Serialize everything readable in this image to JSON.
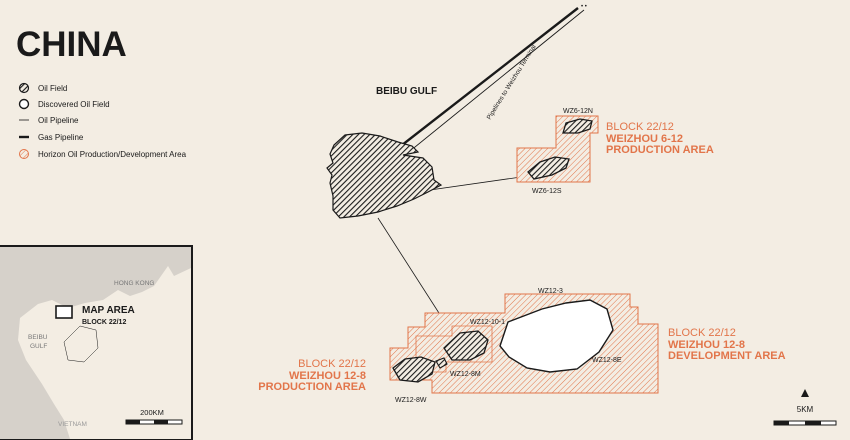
{
  "title": "CHINA",
  "legend": [
    {
      "icon": "oil-field-icon",
      "label": "Oil Field"
    },
    {
      "icon": "discovered-oil-field-icon",
      "label": "Discovered Oil Field"
    },
    {
      "icon": "oil-pipeline-icon",
      "label": "Oil Pipeline"
    },
    {
      "icon": "gas-pipeline-icon",
      "label": "Gas Pipeline"
    },
    {
      "icon": "horizon-area-icon",
      "label": "Horizon Oil Production/Development Area"
    }
  ],
  "labels": {
    "gulf": "BEIBU GULF",
    "pipeline": "Pipelines to Weizhou Terminal",
    "wz612n": "WZ6-12N",
    "wz612s": "WZ6-12S",
    "wz123": "WZ12-3",
    "wz12101": "WZ12-10-1",
    "wz128e": "WZ12-8E",
    "wz128m": "WZ12-8M",
    "wz128w": "WZ12-8W"
  },
  "areas": {
    "a1_block": "BLOCK 22/12",
    "a1_name1": "WEIZHOU 6-12",
    "a1_name2": "PRODUCTION AREA",
    "a2_block": "BLOCK 22/12",
    "a2_name1": "WEIZHOU 12-8",
    "a2_name2": "DEVELOPMENT AREA",
    "a3_block": "BLOCK 22/12",
    "a3_name1": "WEIZHOU 12-8",
    "a3_name2": "PRODUCTION AREA"
  },
  "scale": {
    "main": "5KM",
    "inset": "200KM"
  },
  "inset": {
    "hong_kong": "HONG KONG",
    "map_area": "MAP AREA",
    "block": "BLOCK 22/12",
    "beibu": "BEIBU",
    "gulf": "GULF",
    "vietnam": "VIETNAM"
  },
  "colors": {
    "background": "#f3ede3",
    "accent": "#e2754a",
    "land": "#d6d1ca",
    "ink": "#1a1a1a"
  }
}
